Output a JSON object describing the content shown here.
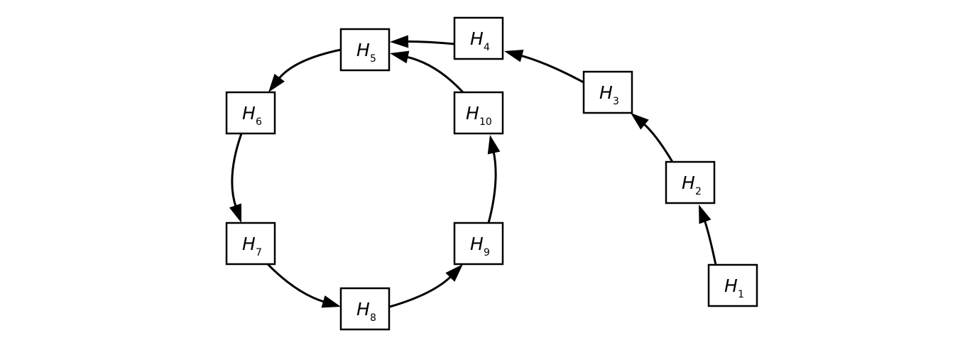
{
  "diagram": {
    "nodes": [
      {
        "id": "H1",
        "letter": "H",
        "sub": "1"
      },
      {
        "id": "H2",
        "letter": "H",
        "sub": "2"
      },
      {
        "id": "H3",
        "letter": "H",
        "sub": "3"
      },
      {
        "id": "H4",
        "letter": "H",
        "sub": "4"
      },
      {
        "id": "H5",
        "letter": "H",
        "sub": "5"
      },
      {
        "id": "H6",
        "letter": "H",
        "sub": "6"
      },
      {
        "id": "H7",
        "letter": "H",
        "sub": "7"
      },
      {
        "id": "H8",
        "letter": "H",
        "sub": "8"
      },
      {
        "id": "H9",
        "letter": "H",
        "sub": "9"
      },
      {
        "id": "H10",
        "letter": "H",
        "sub": "10"
      }
    ],
    "edges": [
      {
        "from": "H1",
        "to": "H2"
      },
      {
        "from": "H2",
        "to": "H3"
      },
      {
        "from": "H3",
        "to": "H4"
      },
      {
        "from": "H4",
        "to": "H5"
      },
      {
        "from": "H5",
        "to": "H6"
      },
      {
        "from": "H6",
        "to": "H7"
      },
      {
        "from": "H7",
        "to": "H8"
      },
      {
        "from": "H8",
        "to": "H9"
      },
      {
        "from": "H9",
        "to": "H10"
      },
      {
        "from": "H10",
        "to": "H5"
      }
    ],
    "colors": {
      "stroke": "#000000",
      "background": "#ffffff"
    }
  }
}
